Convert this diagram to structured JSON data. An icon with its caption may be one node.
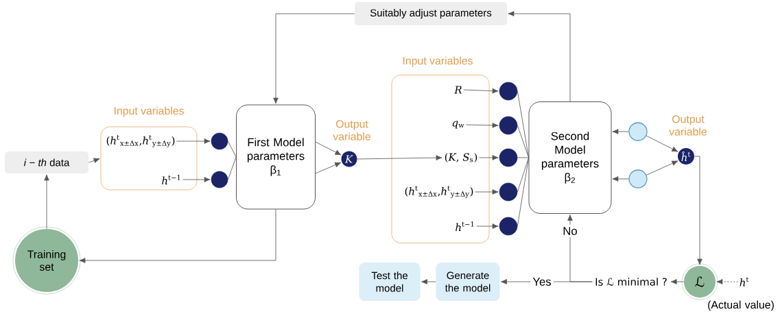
{
  "diagram": {
    "nodes": [
      {
        "text": [
          "*i* − *th* data"
        ]
      },
      {
        "text": [
          "Input variables"
        ]
      },
      {
        "text": [
          "(*h*$^{t}$$_{x±Δx}$,*h*$^{t}$$_{y±Δy}$)"
        ],
        "in": 1
      },
      {
        "text": [
          "*h*$^{t−1}$"
        ],
        "in": 1
      },
      {
        "text": [],
        "shape": "circle"
      },
      {
        "text": [],
        "shape": "circle"
      },
      {
        "text": [
          "First Model parameters β$_{1}$"
        ]
      },
      {
        "text": [
          "*K*"
        ],
        "beside": [
          "Output variable"
        ]
      },
      {
        "text": [
          "Input variables"
        ]
      },
      {
        "text": [
          "*R*"
        ],
        "in": 8
      },
      {
        "text": [
          "*q*$_{w}$"
        ],
        "in": 8
      },
      {
        "text": [
          "(*K*, *S*$_{s}$)"
        ],
        "in": 8
      },
      {
        "text": [
          "(*h*$^{t}$$_{x±Δx}$,*h*$^{t}$$_{y±Δy}$)"
        ],
        "in": 8
      },
      {
        "text": [
          "*h*$^{t−1}$"
        ],
        "in": 8
      },
      {
        "text": [],
        "shape": "circle"
      },
      {
        "text": [],
        "shape": "circle"
      },
      {
        "text": [],
        "shape": "circle"
      },
      {
        "text": [],
        "shape": "circle"
      },
      {
        "text": [],
        "shape": "circle"
      },
      {
        "text": [
          "Second Model parameters β$_{2}$"
        ]
      },
      {
        "text": [],
        "shape": "circle"
      },
      {
        "text": [],
        "shape": "circle"
      },
      {
        "text": [
          "*ĥ*$^{t}$"
        ],
        "beside": [
          "Output variable"
        ]
      },
      {
        "text": [
          "ℒ"
        ]
      },
      {
        "text": [
          "*h*$^{t}$"
        ],
        "beside": [
          "(Actual value)"
        ]
      },
      {
        "text": [
          "Is ℒ minimal ?"
        ]
      },
      {
        "text": [
          "Generate the model"
        ]
      },
      {
        "text": [
          "Test the model"
        ]
      },
      {
        "text": [
          "Training set"
        ]
      },
      {
        "text": [
          "Suitably adjust parameters"
        ]
      }
    ],
    "edges": [
      {
        "from": 0,
        "to": 1,
        "arrow": "to"
      },
      {
        "from": 2,
        "to": 4,
        "arrow": "to"
      },
      {
        "from": 3,
        "to": 5,
        "arrow": "to"
      },
      {
        "from": 4,
        "to": 6,
        "arrow": "none"
      },
      {
        "from": 5,
        "to": 6,
        "arrow": "none"
      },
      {
        "from": 6,
        "to": 7,
        "arrow": "to"
      },
      {
        "from": 6,
        "to": 7,
        "arrow": "to"
      },
      {
        "from": 7,
        "to": 11,
        "arrow": "to"
      },
      {
        "from": 9,
        "to": 14,
        "arrow": "to"
      },
      {
        "from": 10,
        "to": 15,
        "arrow": "to"
      },
      {
        "from": 11,
        "to": 16,
        "arrow": "to"
      },
      {
        "from": 12,
        "to": 17,
        "arrow": "to"
      },
      {
        "from": 13,
        "to": 18,
        "arrow": "to"
      },
      {
        "from": 14,
        "to": 19,
        "arrow": "none"
      },
      {
        "from": 15,
        "to": 19,
        "arrow": "none"
      },
      {
        "from": 16,
        "to": 19,
        "arrow": "none"
      },
      {
        "from": 17,
        "to": 19,
        "arrow": "none"
      },
      {
        "from": 18,
        "to": 19,
        "arrow": "none"
      },
      {
        "from": 20,
        "to": 19,
        "arrow": "to"
      },
      {
        "from": 21,
        "to": 19,
        "arrow": "to"
      },
      {
        "from": 20,
        "to": 22,
        "arrow": "to"
      },
      {
        "from": 21,
        "to": 22,
        "arrow": "to"
      },
      {
        "from": 22,
        "to": 23,
        "arrow": "to"
      },
      {
        "from": 24,
        "to": 23,
        "arrow": "to",
        "style": "dashed"
      },
      {
        "from": 23,
        "to": 25,
        "arrow": "to"
      },
      {
        "from": 25,
        "to": 19,
        "arrow": "to",
        "label": "No"
      },
      {
        "from": 25,
        "to": 26,
        "arrow": "to",
        "label": "Yes"
      },
      {
        "from": 26,
        "to": 27,
        "arrow": "to"
      },
      {
        "from": 6,
        "to": 28,
        "arrow": "to"
      },
      {
        "from": 28,
        "to": 0,
        "arrow": "to"
      },
      {
        "from": 19,
        "to": 29,
        "arrow": "to"
      },
      {
        "from": 29,
        "to": 6,
        "arrow": "to"
      }
    ]
  }
}
